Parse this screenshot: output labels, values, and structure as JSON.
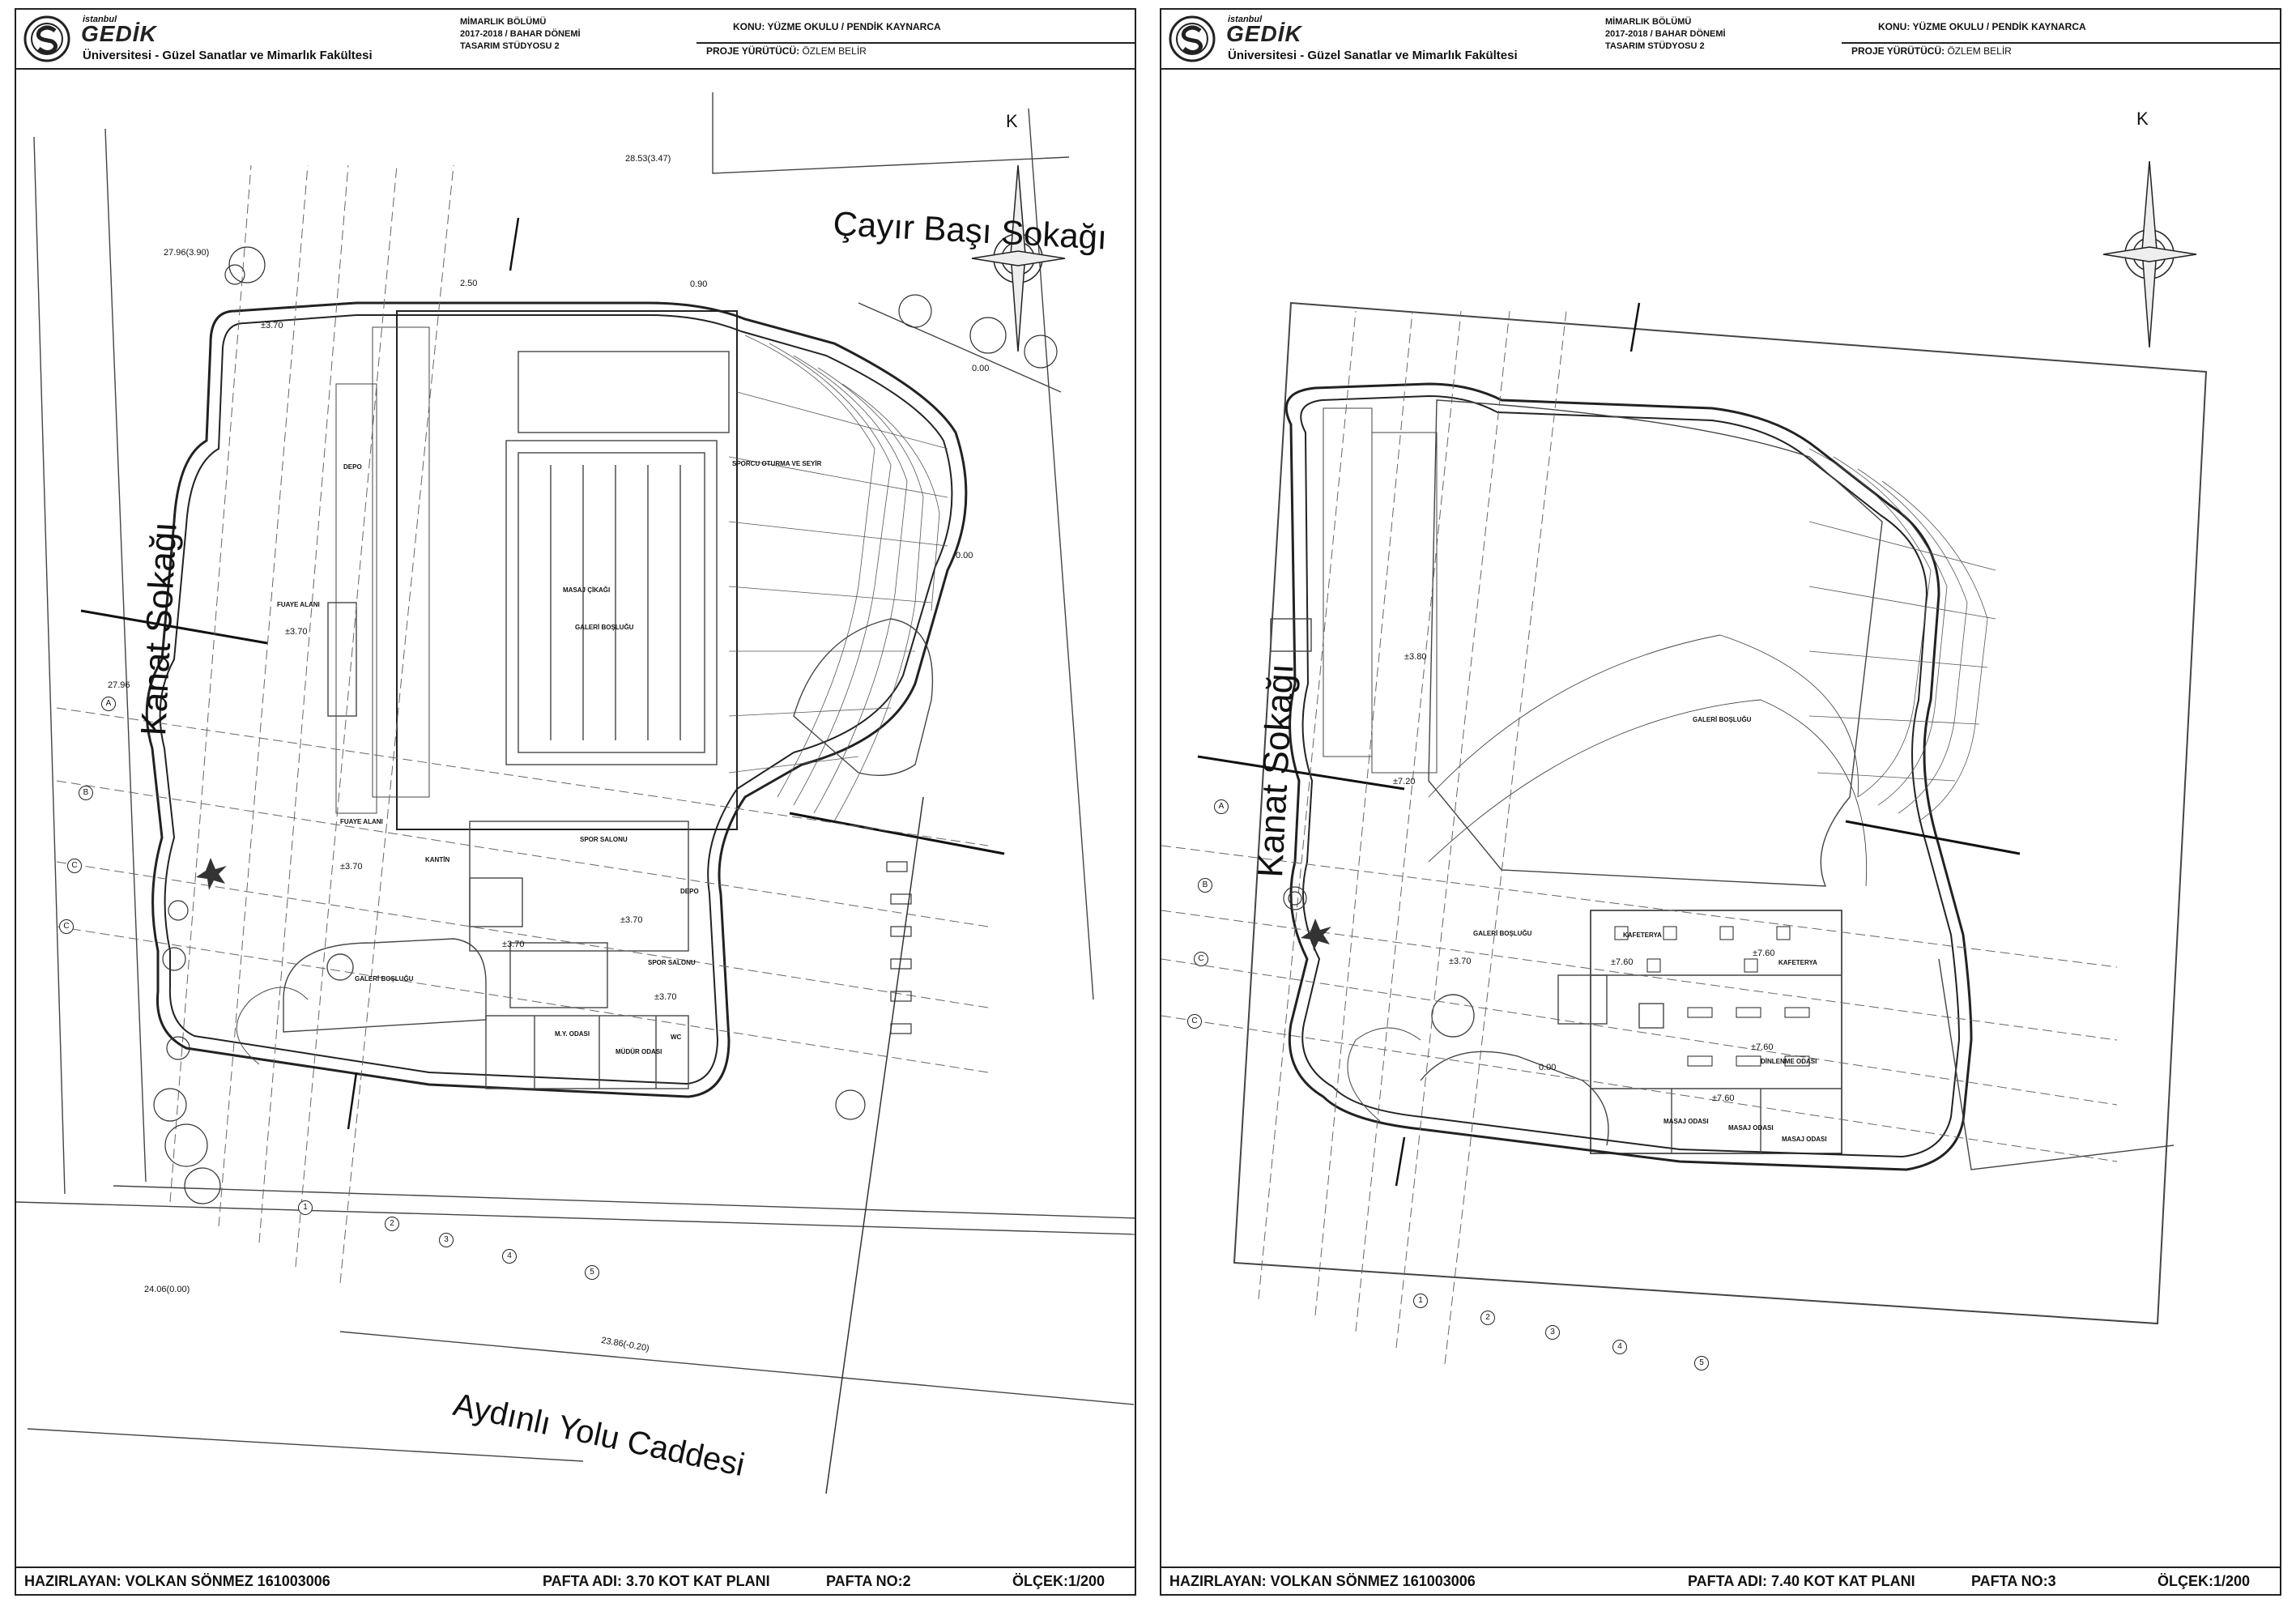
{
  "sheets": [
    {
      "university_small": "istanbul",
      "university_name": "GEDİK",
      "university_line": "Üniversitesi - Güzel Sanatlar ve Mimarlık Fakültesi",
      "course_lines": [
        "MİMARLIK BÖLÜMÜ",
        "2017-2018 / BAHAR DÖNEMİ",
        "TASARIM STÜDYOSU 2"
      ],
      "subject": "KONU: YÜZME OKULU / PENDİK KAYNARCA",
      "leader_label": "PROJE YÜRÜTÜCÜ:",
      "leader_name": "ÖZLEM BELİR",
      "prepared": "HAZIRLAYAN: VOLKAN SÖNMEZ 161003006",
      "sheet_name": "PAFTA ADI: 3.70 KOT KAT PLANI",
      "sheet_no": "PAFTA NO:2",
      "scale": "ÖLÇEK:1/200",
      "north": "K",
      "streets": {
        "kanat": "Kanat Sokağı",
        "cayir": "Çayır Başı Sokağı",
        "aydinli": "Aydınlı Yolu Caddesi"
      },
      "levels": [
        "28.53(3.47)",
        "27.96(3.90)",
        "±3.70",
        "2.50",
        "0.90",
        "0.00",
        "0.00",
        "±3.70",
        "27.96",
        "±3.70",
        "±3.70",
        "±3.70",
        "±3.70",
        "24.06(0.00)",
        "23.86(-0.20)"
      ],
      "rooms": [
        "DEPO",
        "FUAYE ALANI",
        "MASAJ ÇİKAĞI",
        "GALERİ BOŞLUĞU",
        "SPORCU OTURMA VE SEYİR",
        "FUAYE ALANI",
        "SPOR SALONU",
        "DEPO",
        "SPOR SALONU",
        "GALERİ BOŞLUĞU",
        "M.Y. ODASI",
        "MÜDÜR ODASI",
        "WC",
        "KANTİN"
      ],
      "grid_letters": [
        "A",
        "B",
        "C",
        "C"
      ],
      "grid_numbers": [
        "1",
        "2",
        "3",
        "4",
        "5"
      ]
    },
    {
      "university_small": "istanbul",
      "university_name": "GEDİK",
      "university_line": "Üniversitesi - Güzel Sanatlar ve Mimarlık Fakültesi",
      "course_lines": [
        "MİMARLIK BÖLÜMÜ",
        "2017-2018 / BAHAR DÖNEMİ",
        "TASARIM STÜDYOSU 2"
      ],
      "subject": "KONU: YÜZME OKULU / PENDİK KAYNARCA",
      "leader_label": "PROJE YÜRÜTÜCÜ:",
      "leader_name": "ÖZLEM BELİR",
      "prepared": "HAZIRLAYAN: VOLKAN SÖNMEZ 161003006",
      "sheet_name": "PAFTA ADI: 7.40 KOT KAT PLANI",
      "sheet_no": "PAFTA NO:3",
      "scale": "ÖLÇEK:1/200",
      "north": "K",
      "streets": {
        "kanat": "Kanat Sokağı"
      },
      "levels": [
        "±3.80",
        "±7.20",
        "±7.60",
        "±7.60",
        "±7.60",
        "±7.60",
        "±3.70",
        "0.00"
      ],
      "rooms": [
        "GALERİ BOŞLUĞU",
        "KAFETERYA",
        "KAFETERYA",
        "GALERİ BOŞLUĞU",
        "DİNLENME ODASI",
        "MASAJ ODASI",
        "MASAJ ODASI",
        "MASAJ ODASI"
      ],
      "grid_letters": [
        "A",
        "B",
        "C",
        "C"
      ],
      "grid_numbers": [
        "1",
        "2",
        "3",
        "4",
        "5"
      ]
    }
  ]
}
